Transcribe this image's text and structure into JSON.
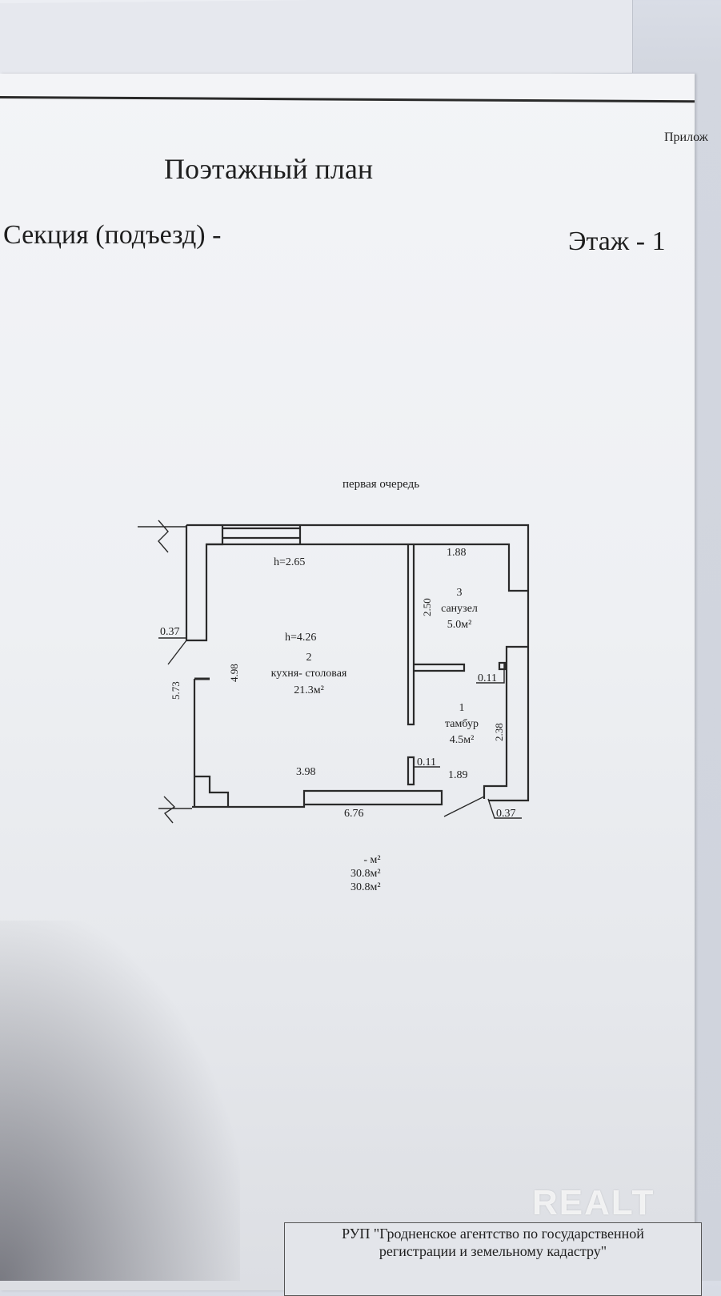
{
  "header": {
    "appendix_label": "Прилож",
    "title": "Поэтажный план",
    "section_label": "Секция (подъезд) -",
    "floor_label": "Этаж  - 1"
  },
  "plan": {
    "queue_label": "первая очередь",
    "rooms": [
      {
        "number": "2",
        "name": "кухня- столовая",
        "area": "21.3м²",
        "height": "h=4.26"
      },
      {
        "number": "3",
        "name": "санузел",
        "area": "5.0м²"
      },
      {
        "number": "1",
        "name": "тамбур",
        "area": "4.5м²"
      }
    ],
    "heights": {
      "top_height": "h=2.65"
    },
    "dimensions": {
      "top_right": "1.88",
      "partition_left": "2.50",
      "wall_left": "0.37",
      "outer_left": "5.73",
      "inner_left": "4.98",
      "partition_right": "0.11",
      "vestibule_height": "2.38",
      "bottom_inner": "3.98",
      "bottom_partition": "0.11",
      "bottom_right": "1.89",
      "bottom_total": "6.76",
      "wall_right": "0.37"
    }
  },
  "totals": {
    "line1": "-     м²",
    "line2": "30.8м²",
    "line3": "30.8м²"
  },
  "watermark": "REALT",
  "stamp": {
    "line1": "РУП \"Гродненское агентство по государственной",
    "line2": "регистрации  и земельному кадастру\""
  }
}
